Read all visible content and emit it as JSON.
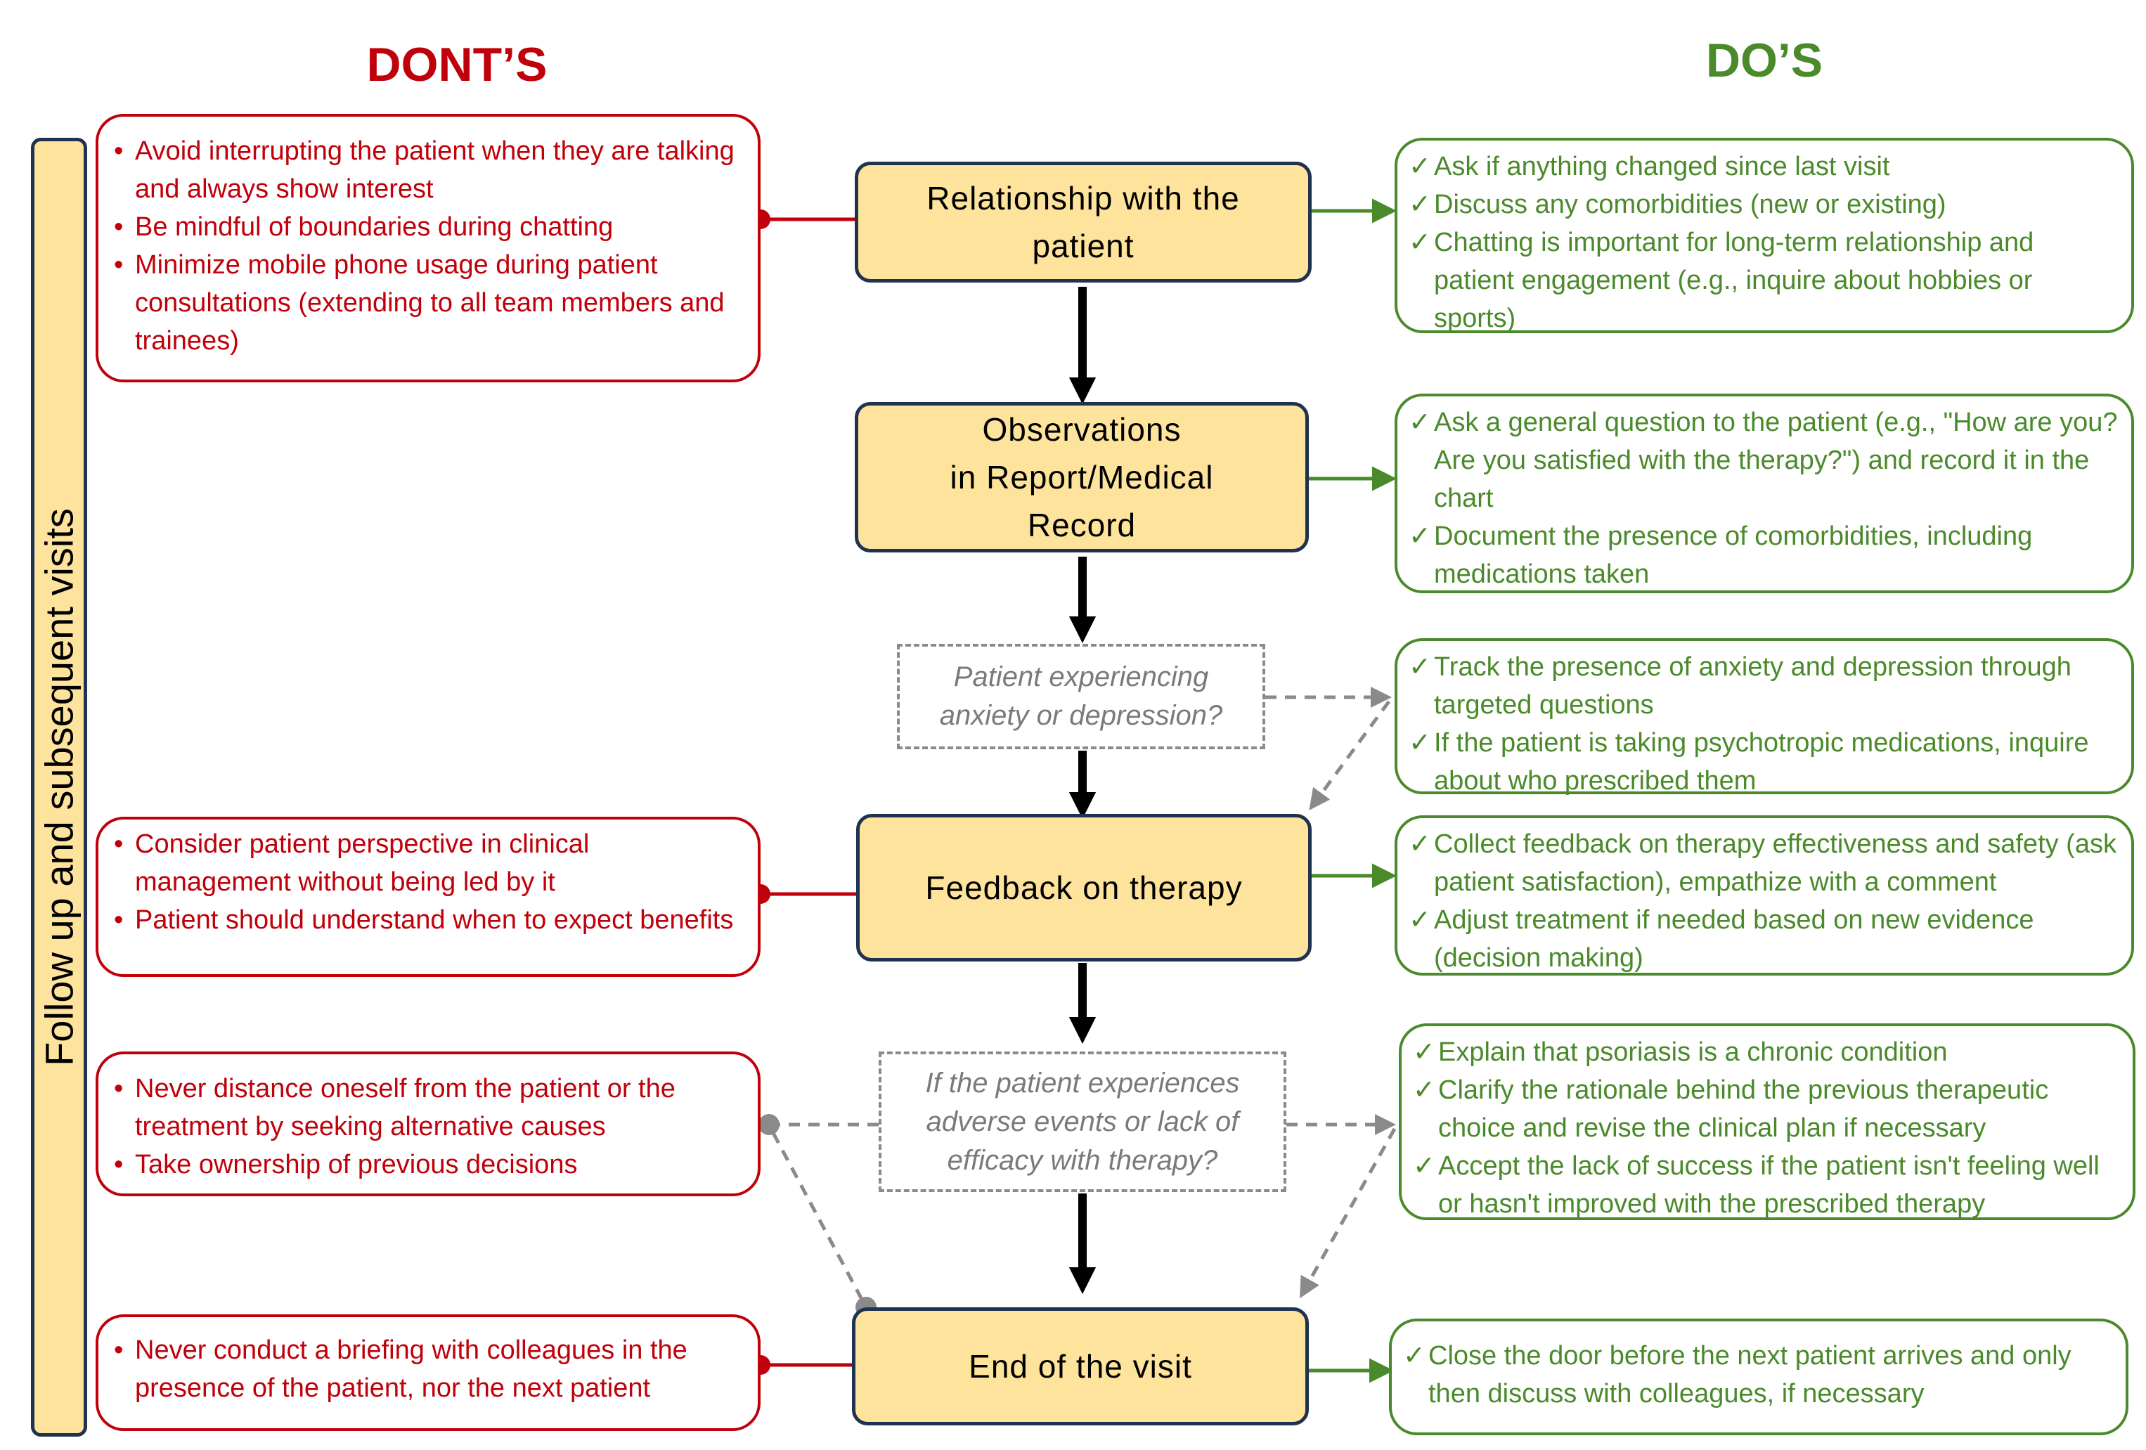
{
  "headings": {
    "donts": "DONT’S",
    "dos": "DO’S"
  },
  "side_label": "Follow up and subsequent visits",
  "steps": [
    {
      "lines": [
        "Relationship with the",
        "patient"
      ]
    },
    {
      "lines": [
        "Observations",
        "in Report/Medical",
        "Record"
      ]
    },
    {
      "lines": [
        "Feedback on therapy"
      ]
    },
    {
      "lines": [
        "End of the visit"
      ]
    }
  ],
  "decisions": [
    {
      "lines": [
        "Patient experiencing",
        "anxiety or depression?"
      ]
    },
    {
      "lines": [
        "If the patient experiences",
        "adverse events or lack of",
        "efficacy with therapy?"
      ]
    }
  ],
  "donts": [
    {
      "items": [
        "Avoid interrupting the patient when they are talking and always show interest",
        "Be mindful of boundaries during chatting",
        "Minimize mobile phone usage during patient consultations (extending to all team members and trainees)"
      ]
    },
    {
      "items": [
        "Consider patient perspective in clinical management without being led by it",
        "Patient should understand when to expect benefits"
      ]
    },
    {
      "items": [
        "Never distance oneself from the patient or the treatment by seeking alternative causes",
        "Take ownership of previous decisions"
      ]
    },
    {
      "items": [
        "Never conduct a briefing with colleagues in the presence of the patient, nor the next patient"
      ]
    }
  ],
  "dos": [
    {
      "items": [
        "Ask if anything changed since last visit",
        "Discuss any comorbidities (new or existing)",
        "Chatting is important for long-term relationship and patient engagement (e.g., inquire about hobbies or sports)"
      ]
    },
    {
      "items": [
        "Ask a general question to the patient (e.g., \"How are you? Are you satisfied with the therapy?\") and record it in the chart",
        "Document the presence of comorbidities, including medications taken"
      ]
    },
    {
      "items": [
        "Track the presence of anxiety and depression through targeted questions",
        "If the patient is taking psychotropic medications, inquire about who prescribed them"
      ]
    },
    {
      "items": [
        "Collect feedback on therapy effectiveness and safety (ask patient satisfaction), empathize with a comment",
        "Adjust treatment if needed based on new evidence (decision making)"
      ]
    },
    {
      "items": [
        "Explain that psoriasis is a chronic condition",
        "Clarify the rationale behind the previous therapeutic choice and revise the clinical plan if necessary",
        "Accept the lack of success if the patient isn't feeling well or hasn't improved with the prescribed therapy"
      ]
    },
    {
      "items": [
        "Close the door before the next patient arrives and only then discuss with colleagues, if necessary"
      ]
    }
  ],
  "colors": {
    "dont": "#c0000a",
    "do": "#4a8a2a",
    "step_fill": "#fde39b",
    "step_border": "#1f3350",
    "dashed": "#8a8a8a"
  }
}
